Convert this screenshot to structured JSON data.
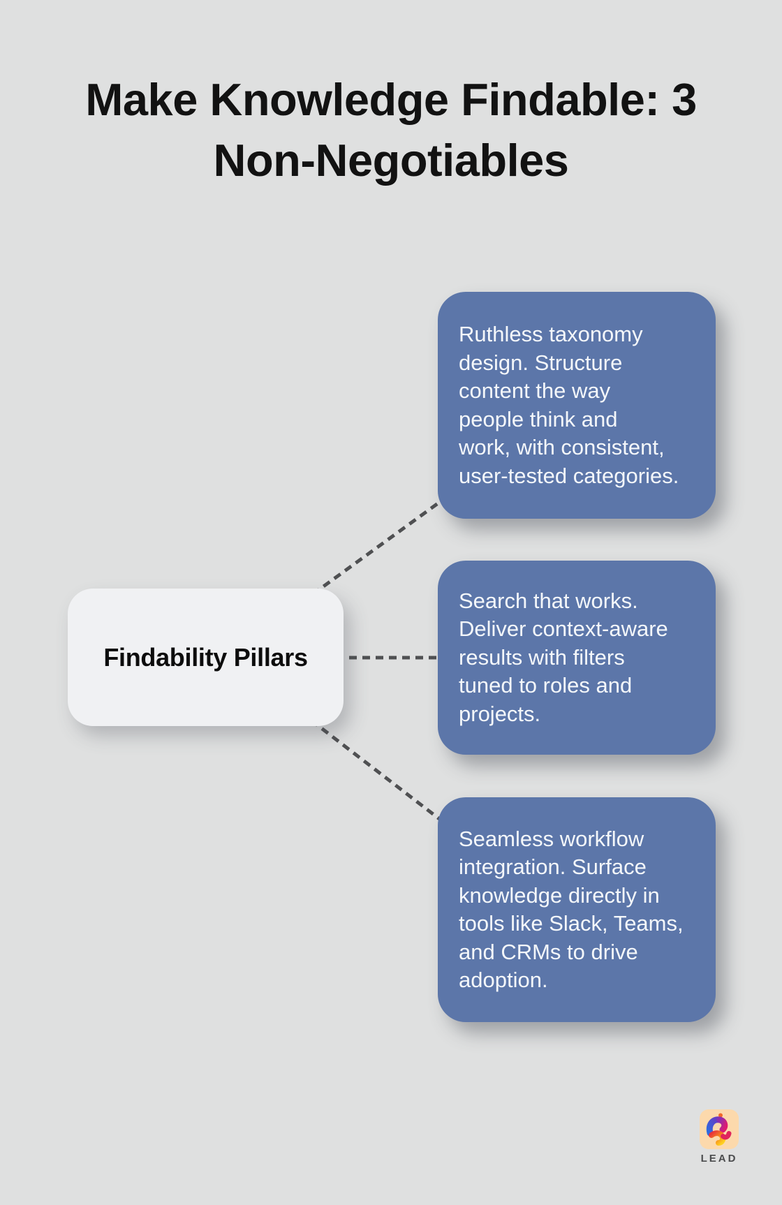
{
  "title": "Make Knowledge Findable: 3\nNon-Negotiables",
  "center_node": {
    "label": "Findability Pillars"
  },
  "cards": [
    {
      "text": "Ruthless taxonomy\ndesign. Structure\ncontent the way\npeople think and\nwork, with consistent,\nuser-tested categories."
    },
    {
      "text": "Search that works.\nDeliver context-aware\nresults with filters\ntuned to roles and\nprojects."
    },
    {
      "text": "Seamless workflow\nintegration. Surface\nknowledge directly in\ntools like Slack, Teams,\nand CRMs to drive\nadoption."
    }
  ],
  "brand": {
    "name": "LEAD",
    "logo_icon": "lead-ribbon-icon"
  },
  "colors": {
    "background": "#dfe0e0",
    "card_blue": "#5c76a9",
    "card_text": "#f4f7fa",
    "node_fill": "#f0f1f3",
    "node_text": "#0d0d0d",
    "title_text": "#121212",
    "connector_gray": "#4f5052",
    "logo_peach": "#fcd9ac",
    "brand_text": "#4a4b4d"
  }
}
